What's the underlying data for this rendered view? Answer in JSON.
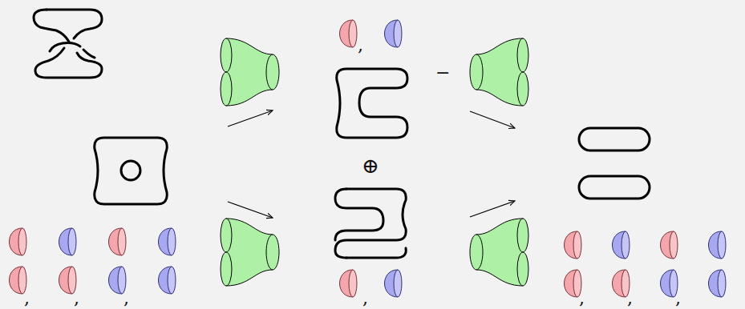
{
  "diagram": {
    "labels": [
      ",",
      ",",
      ",",
      ",",
      "−",
      "⊕",
      ",",
      ",",
      ",",
      ","
    ]
  }
}
